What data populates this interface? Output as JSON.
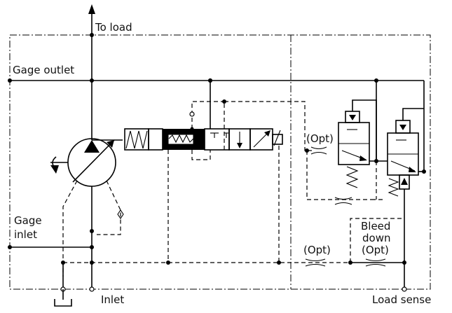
{
  "labels": {
    "to_load": "To load",
    "gage_outlet": "Gage outlet",
    "gage_inlet_1": "Gage",
    "gage_inlet_2": "inlet",
    "inlet": "Inlet",
    "load_sense": "Load sense",
    "opt_1": "(Opt)",
    "opt_2": "(Opt)",
    "bleed_1": "Bleed",
    "bleed_2": "down",
    "bleed_3": "(Opt)"
  }
}
